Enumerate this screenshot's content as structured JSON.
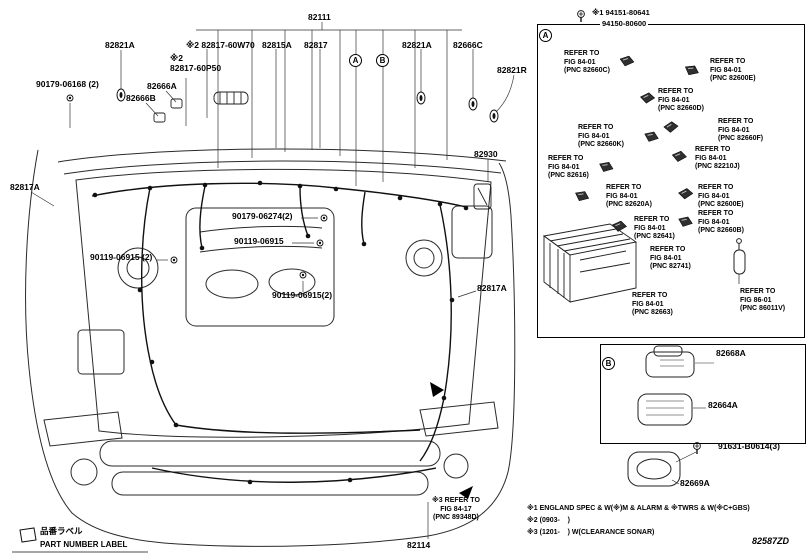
{
  "page": {
    "doc_code": "82587ZD"
  },
  "labels": {
    "p82111": "82111",
    "p82821A_topleft": "82821A",
    "note2a": "※2 82817-60W70",
    "note2b_line1": "※2",
    "note2b_line2": "82817-60P50",
    "p82815A": "82815A",
    "p82817_top": "82817",
    "p82821A_topright": "82821A",
    "p82666C": "82666C",
    "p82821R": "82821R",
    "p90179_06168": "90179-06168 (2)",
    "p82666A": "82666A",
    "p82666B": "82666B",
    "p82817A_left": "82817A",
    "p82930": "82930",
    "p90179_06274": "90179-06274(2)",
    "p90119_06915": "90119-06915",
    "p90119_06915_left": "90119-06915 (2)",
    "p90119_06915_center": "90119-06915(2)",
    "p82817A_right": "82817A",
    "p82114": "82114"
  },
  "markers": {
    "a": "A",
    "b": "B"
  },
  "panel_a": {
    "marker": "A",
    "screw_note": {
      "l1": "※1 94151-80641",
      "l2": "94150-80600"
    },
    "callouts": [
      {
        "l1": "REFER TO",
        "l2": "FIG 84-01",
        "l3": "(PNC 82660C)"
      },
      {
        "l1": "REFER TO",
        "l2": "FIG 84-01",
        "l3": "(PNC 82600E)"
      },
      {
        "l1": "REFER TO",
        "l2": "FIG 84-01",
        "l3": "(PNC 82660D)"
      },
      {
        "l1": "REFER TO",
        "l2": "FIG 84-01",
        "l3": "(PNC 82660K)"
      },
      {
        "l1": "REFER TO",
        "l2": "FIG 84-01",
        "l3": "(PNC 82660F)"
      },
      {
        "l1": "REFER TO",
        "l2": "FIG 84-01",
        "l3": "(PNC 82616)"
      },
      {
        "l1": "REFER TO",
        "l2": "FIG 84-01",
        "l3": "(PNC 82210J)"
      },
      {
        "l1": "REFER TO",
        "l2": "FIG 84-01",
        "l3": "(PNC 82620A)"
      },
      {
        "l1": "REFER TO",
        "l2": "FIG 84-01",
        "l3": "(PNC 82600E)"
      },
      {
        "l1": "REFER TO",
        "l2": "FIG 84-01",
        "l3": "(PNC 82660B)"
      },
      {
        "l1": "REFER TO",
        "l2": "FIG 84-01",
        "l3": "(PNC 82641)"
      },
      {
        "l1": "REFER TO",
        "l2": "FIG 84-01",
        "l3": "(PNC 82741)"
      },
      {
        "l1": "REFER TO",
        "l2": "FIG 84-01",
        "l3": "(PNC 82663)"
      },
      {
        "l1": "REFER TO",
        "l2": "FIG 86-01",
        "l3": "(PNC 86011V)"
      }
    ]
  },
  "panel_b": {
    "marker": "B",
    "part1": "82668A",
    "part2": "82664A",
    "screw": "91631-B0614(3)",
    "part3": "82669A"
  },
  "note3_box": {
    "l1": "※3 REFER TO",
    "l2": "FIG 84-17",
    "l3": "(PNC 89348D)"
  },
  "footer": {
    "jp_label": "品番ラベル",
    "en_label": "PART NUMBER LABEL",
    "note1": "※1 ENGLAND SPEC & W(※)M & ALARM & ※TWRS & W(※C+GBS)",
    "note2": "※2 (0903-    )",
    "note3": "※3 (1201-    ) W(CLEARANCE SONAR)"
  }
}
